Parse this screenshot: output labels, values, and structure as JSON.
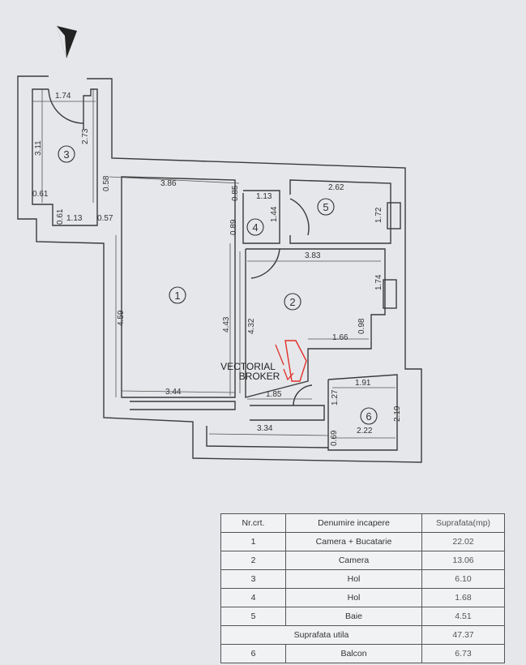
{
  "watermark": {
    "line1": "VECTORIAL",
    "line2": "BROKER"
  },
  "rooms": [
    {
      "number": "1"
    },
    {
      "number": "2"
    },
    {
      "number": "3"
    },
    {
      "number": "4"
    },
    {
      "number": "5"
    },
    {
      "number": "6"
    }
  ],
  "dimensions": {
    "d174": "1.74",
    "d311": "3.11",
    "d273": "2.73",
    "d058": "0.58",
    "d386": "3.86",
    "d061a": "0.61",
    "d061b": "0.61",
    "d113a": "1.13",
    "d057": "0.57",
    "d085": "0.85",
    "d113b": "1.13",
    "d144": "1.44",
    "d089": "0.89",
    "d262": "2.62",
    "d172": "1.72",
    "d383": "3.83",
    "d174b": "1.74",
    "d459": "4.59",
    "d443": "4.43",
    "d432": "4.32",
    "d166": "1.66",
    "d098": "0.98",
    "d344": "3.44",
    "d185": "1.85",
    "d191": "1.91",
    "d127": "1.27",
    "d219": "2.19",
    "d334": "3.34",
    "d069": "0.69",
    "d222": "2.22"
  },
  "table": {
    "headers": [
      "Nr.crt.",
      "Denumire incapere",
      "Suprafata(mp)"
    ],
    "rows": [
      {
        "nr": "1",
        "name": "Camera + Bucatarie",
        "area": "22.02"
      },
      {
        "nr": "2",
        "name": "Camera",
        "area": "13.06"
      },
      {
        "nr": "3",
        "name": "Hol",
        "area": "6.10"
      },
      {
        "nr": "4",
        "name": "Hol",
        "area": "1.68"
      },
      {
        "nr": "5",
        "name": "Baie",
        "area": "4.51"
      }
    ],
    "total": {
      "label": "Suprafata utila",
      "area": "47.37"
    },
    "extra": {
      "nr": "6",
      "name": "Balcon",
      "area": "6.73"
    }
  }
}
